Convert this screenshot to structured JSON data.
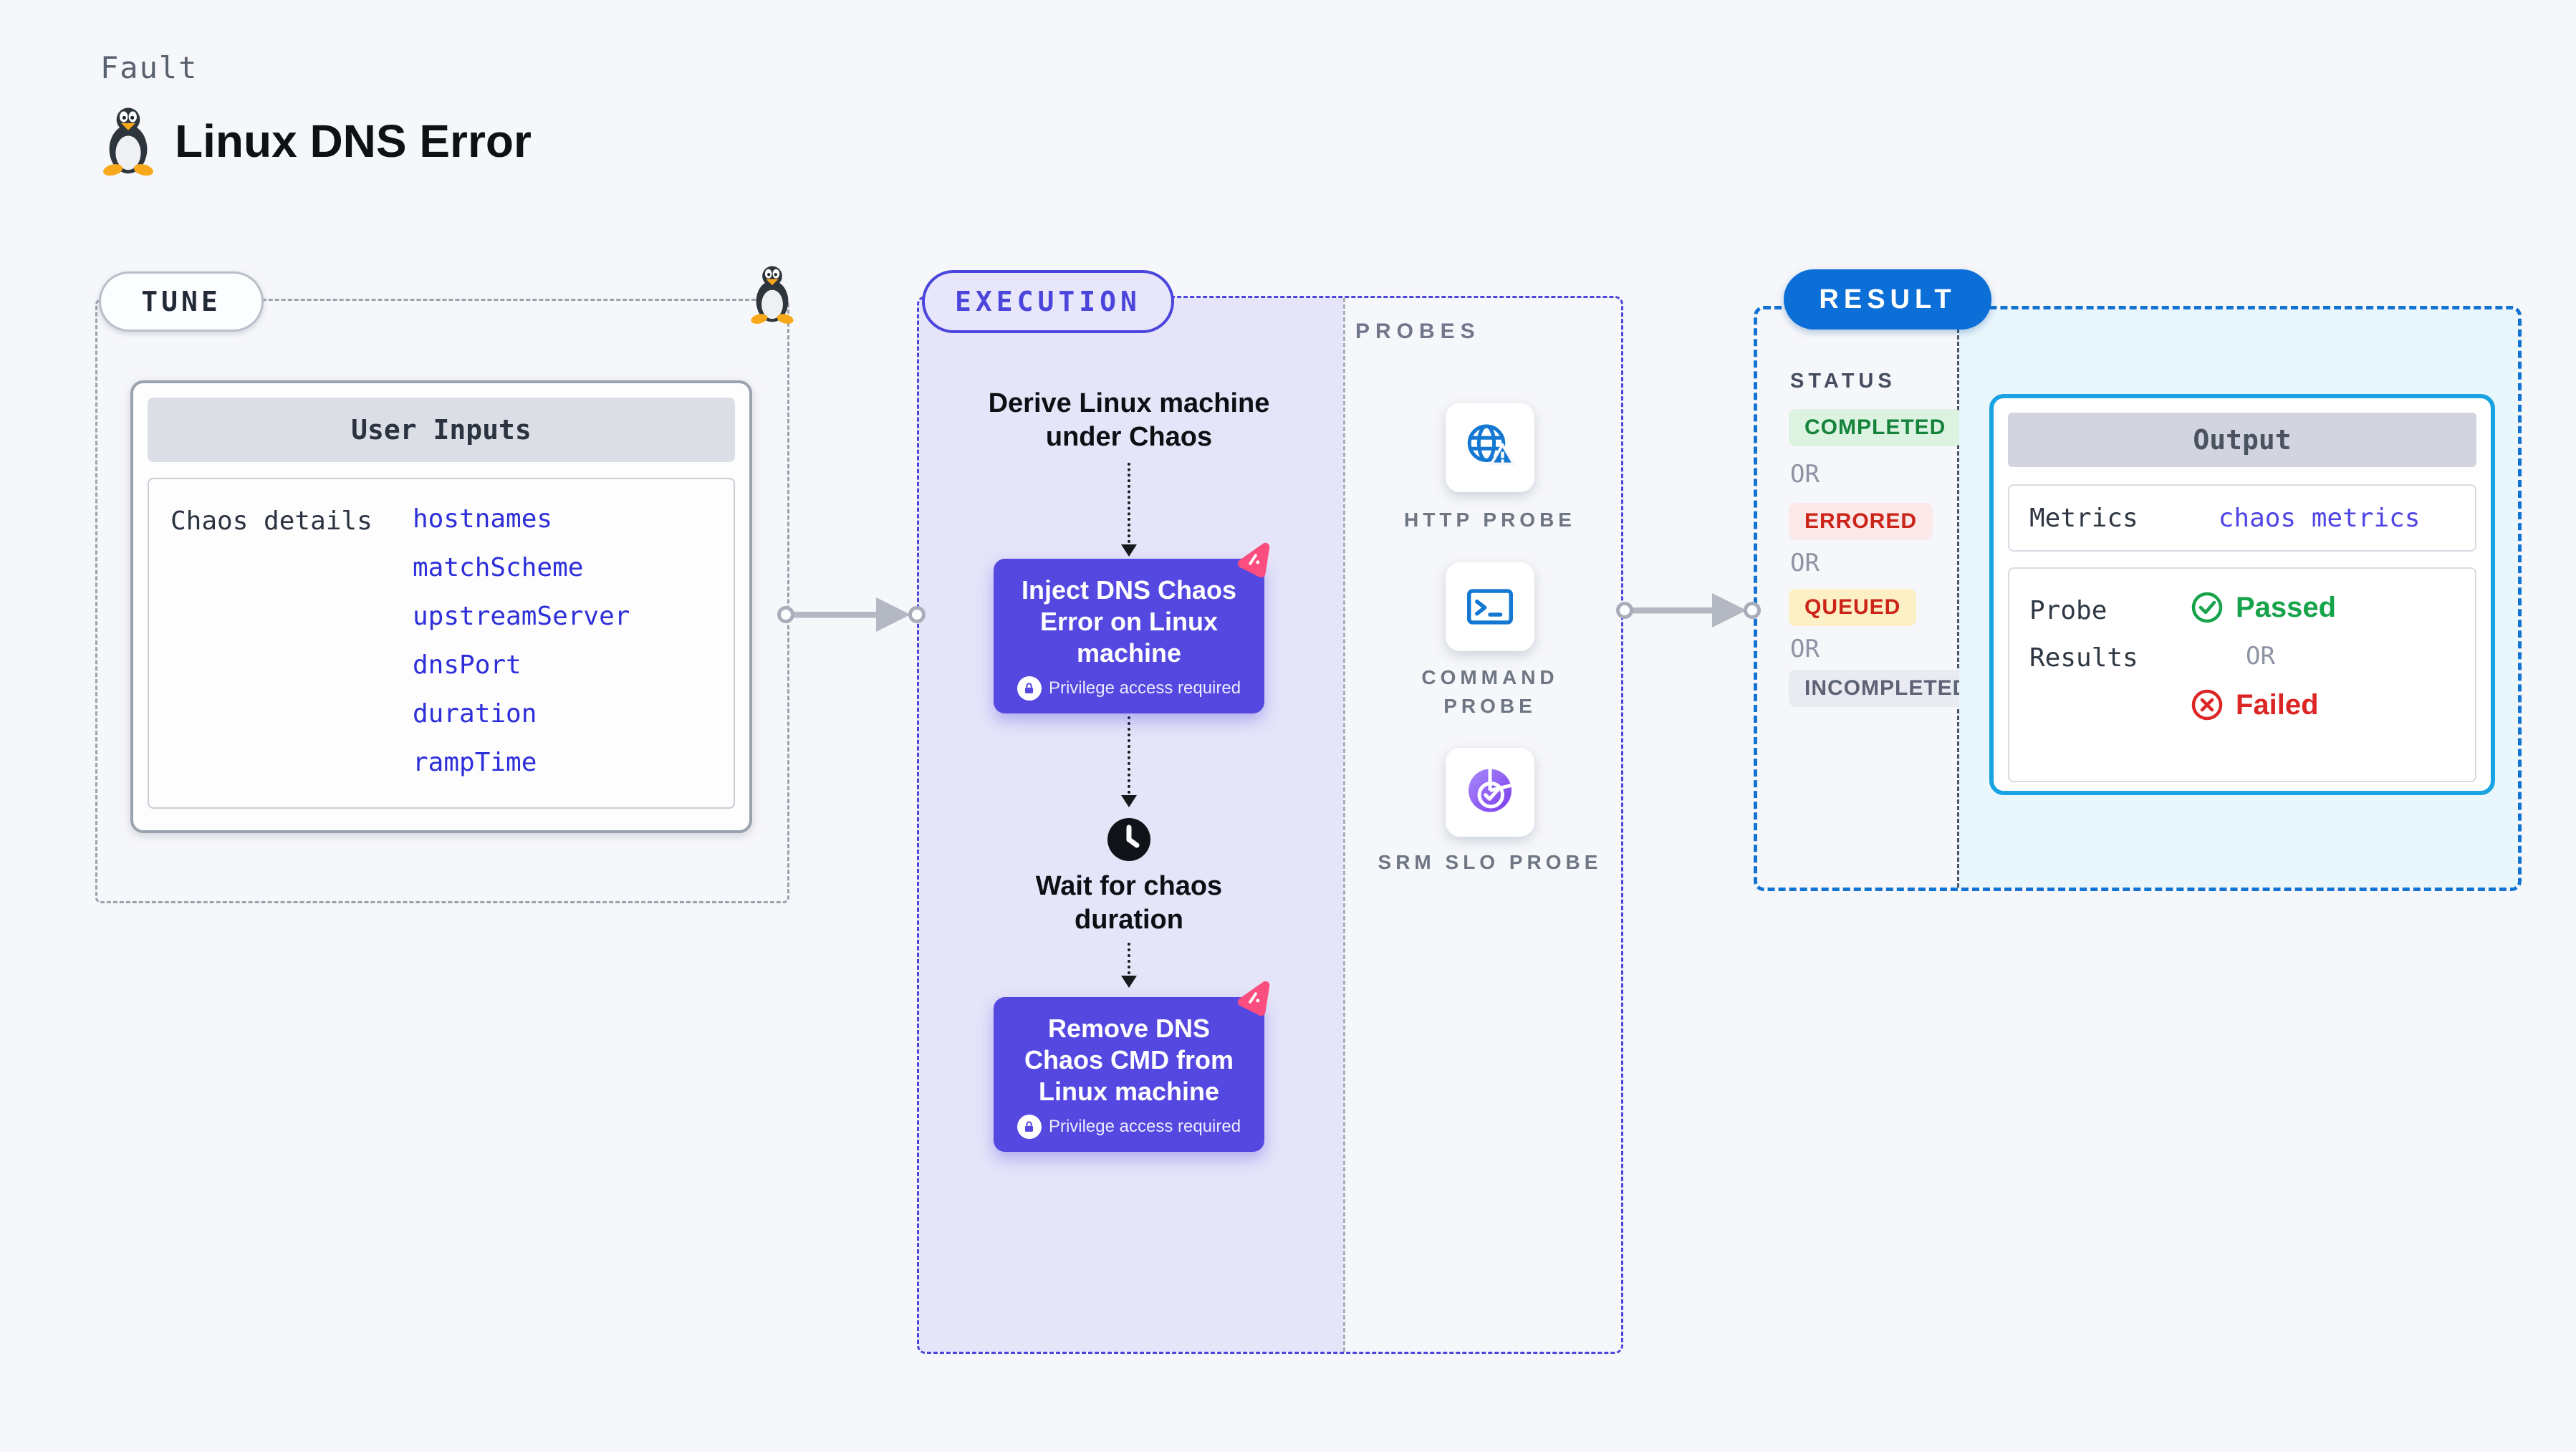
{
  "page": {
    "eyebrow": "Fault",
    "title": "Linux DNS Error",
    "background": "#f6f7fa",
    "title_icon": "tux-penguin-icon"
  },
  "tune": {
    "label": "TUNE",
    "corner_icon": "tux-penguin-icon",
    "card_title": "User Inputs",
    "row_label": "Chaos details",
    "params": [
      "hostnames",
      "matchScheme",
      "upstreamServer",
      "dnsPort",
      "duration",
      "rampTime"
    ],
    "param_color": "#2e2fd8"
  },
  "execution": {
    "label": "EXECUTION",
    "accent": "#4c45dc",
    "background": "#e5e4f9",
    "step1": "Derive Linux machine under Chaos",
    "node1": "Inject DNS Chaos Error on Linux machine",
    "wait": "Wait for chaos duration",
    "node2": "Remove DNS Chaos CMD from Linux machine",
    "privilege": "Privilege access required",
    "node_color": "#5448e0",
    "node_badge_icon": "chaos-scenario-icon",
    "wait_icon": "clock-icon",
    "lock_icon": "lock-icon"
  },
  "probes": {
    "label": "PROBES",
    "items": [
      {
        "label": "HTTP PROBE",
        "icon": "globe-alert-icon"
      },
      {
        "label": "COMMAND PROBE",
        "icon": "terminal-icon"
      },
      {
        "label": "SRM SLO PROBE",
        "icon": "slo-donut-check-icon"
      }
    ]
  },
  "result": {
    "label": "RESULT",
    "pill_color": "#0c6fd7",
    "border_color": "#1273d2",
    "status_label": "STATUS",
    "or": "OR",
    "statuses": [
      {
        "label": "COMPLETED",
        "fg": "#15833b",
        "bg": "#dcf3e1"
      },
      {
        "label": "ERRORED",
        "fg": "#cc2418",
        "bg": "#fbe8e8"
      },
      {
        "label": "QUEUED",
        "fg": "#cc2418",
        "bg": "#fdf0c4"
      },
      {
        "label": "INCOMPLETED",
        "fg": "#5d6375",
        "bg": "#e9eaf2"
      }
    ],
    "output": {
      "title": "Output",
      "panel_bg": "#e9f6fc",
      "card_border": "#19a3e2",
      "metrics_label": "Metrics",
      "metrics_value": "chaos metrics",
      "metrics_value_color": "#4f46e5",
      "probe_results_label": "Probe Results",
      "passed": "Passed",
      "passed_color": "#16a34a",
      "passed_icon": "check-circle-icon",
      "failed": "Failed",
      "failed_color": "#dc2626",
      "failed_icon": "x-circle-icon"
    }
  },
  "connectors": {
    "arrow_color": "#b4b8c3",
    "dotted_color": "#17191d"
  }
}
